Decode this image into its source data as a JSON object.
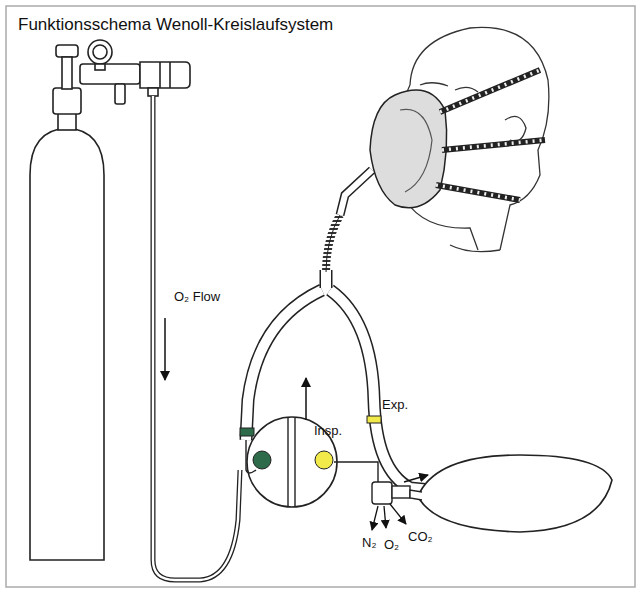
{
  "diagram": {
    "title": "Funktionsschema Wenoll-Kreislaufsystem",
    "labels": [
      "O₂ Flow",
      "Insp.",
      "Exp.",
      "N₂",
      "O₂",
      "CO₂"
    ]
  }
}
